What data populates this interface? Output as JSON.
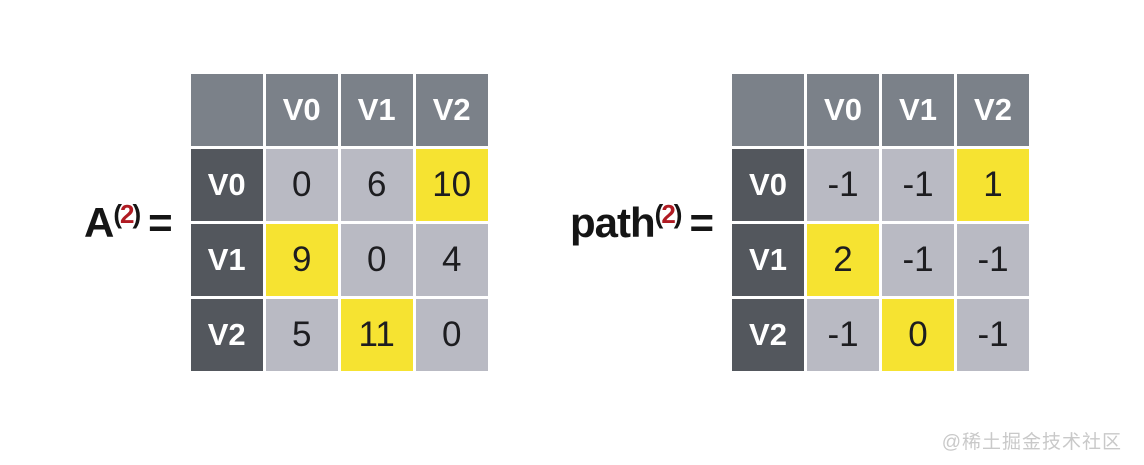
{
  "colors": {
    "header_bg": "#7b8189",
    "rowhead_bg": "#53575d",
    "cell_bg": "#b9bac3",
    "hl_bg": "#f6e331",
    "sup_red": "#b01b23",
    "watermark": "#c9c9c9"
  },
  "matrices": [
    {
      "name": "A",
      "sup_open": "(",
      "sup_num": "2",
      "sup_close": ")",
      "equals": "=",
      "col_headers": [
        "V0",
        "V1",
        "V2"
      ],
      "rows": [
        {
          "header": "V0",
          "cells": [
            {
              "v": "0",
              "cls": "cell"
            },
            {
              "v": "6",
              "cls": "cell"
            },
            {
              "v": "10",
              "cls": "cell hl"
            }
          ]
        },
        {
          "header": "V1",
          "cells": [
            {
              "v": "9",
              "cls": "cell hl"
            },
            {
              "v": "0",
              "cls": "cell"
            },
            {
              "v": "4",
              "cls": "cell"
            }
          ]
        },
        {
          "header": "V2",
          "cells": [
            {
              "v": "5",
              "cls": "cell"
            },
            {
              "v": "11",
              "cls": "cell hl"
            },
            {
              "v": "0",
              "cls": "cell"
            }
          ]
        }
      ]
    },
    {
      "name": "path",
      "sup_open": "(",
      "sup_num": "2",
      "sup_close": ")",
      "equals": "=",
      "col_headers": [
        "V0",
        "V1",
        "V2"
      ],
      "rows": [
        {
          "header": "V0",
          "cells": [
            {
              "v": "-1",
              "cls": "cell"
            },
            {
              "v": "-1",
              "cls": "cell"
            },
            {
              "v": "1",
              "cls": "cell hl"
            }
          ]
        },
        {
          "header": "V1",
          "cells": [
            {
              "v": "2",
              "cls": "cell hl"
            },
            {
              "v": "-1",
              "cls": "cell"
            },
            {
              "v": "-1",
              "cls": "cell"
            }
          ]
        },
        {
          "header": "V2",
          "cells": [
            {
              "v": "-1",
              "cls": "cell"
            },
            {
              "v": "0",
              "cls": "cell hl"
            },
            {
              "v": "-1",
              "cls": "cell"
            }
          ]
        }
      ]
    }
  ],
  "watermark": {
    "text": "@稀土掘金技术社区"
  }
}
